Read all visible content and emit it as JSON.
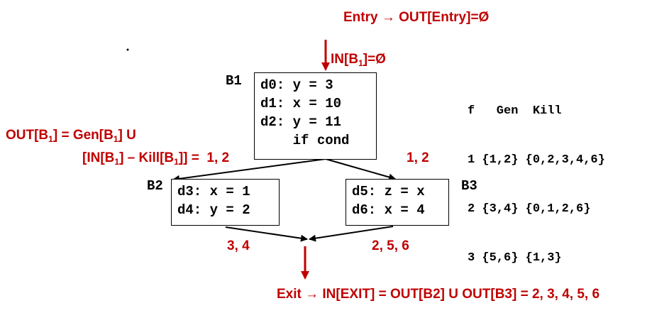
{
  "colors": {
    "annotation": "#c00000",
    "code": "#000000",
    "edge_black": "#000000",
    "edge_red": "#c00000"
  },
  "entry_label": "Entry → OUT[Entry]=Ø",
  "in_b1": {
    "prefix": "IN[B",
    "sub": "1",
    "suffix": "]=Ø"
  },
  "blocks": {
    "b1": {
      "label": "B1",
      "lines": [
        "d0: y = 3",
        "d1: x = 10",
        "d2: y = 11",
        "    if cond"
      ]
    },
    "b2": {
      "label": "B2",
      "lines": [
        "d3: x = 1",
        "d4: y = 2"
      ]
    },
    "b3": {
      "label": "B3",
      "lines": [
        "d5: z = x",
        "d6: x = 4"
      ]
    }
  },
  "table": {
    "header": "f   Gen  Kill",
    "rows": [
      "1 {1,2} {0,2,3,4,6}",
      "2 {3,4} {0,1,2,6}",
      "3 {5,6} {1,3}"
    ]
  },
  "out_b1": {
    "line1": {
      "a": "OUT[B",
      "a_sub": "1",
      "b": "] = Gen[B",
      "b_sub": "1",
      "c": "] U"
    },
    "line2": {
      "a": "[IN[B",
      "a_sub": "1",
      "b": "] – Kill[B",
      "b_sub": "1",
      "c": "]] =  1, 2"
    }
  },
  "edge_labels": {
    "b1_to_b3": "1, 2",
    "b2_out": "3, 4",
    "b3_out": "2, 5, 6"
  },
  "exit_label": "Exit → IN[EXIT] = OUT[B2] U OUT[B3] = 2, 3, 4, 5, 6"
}
